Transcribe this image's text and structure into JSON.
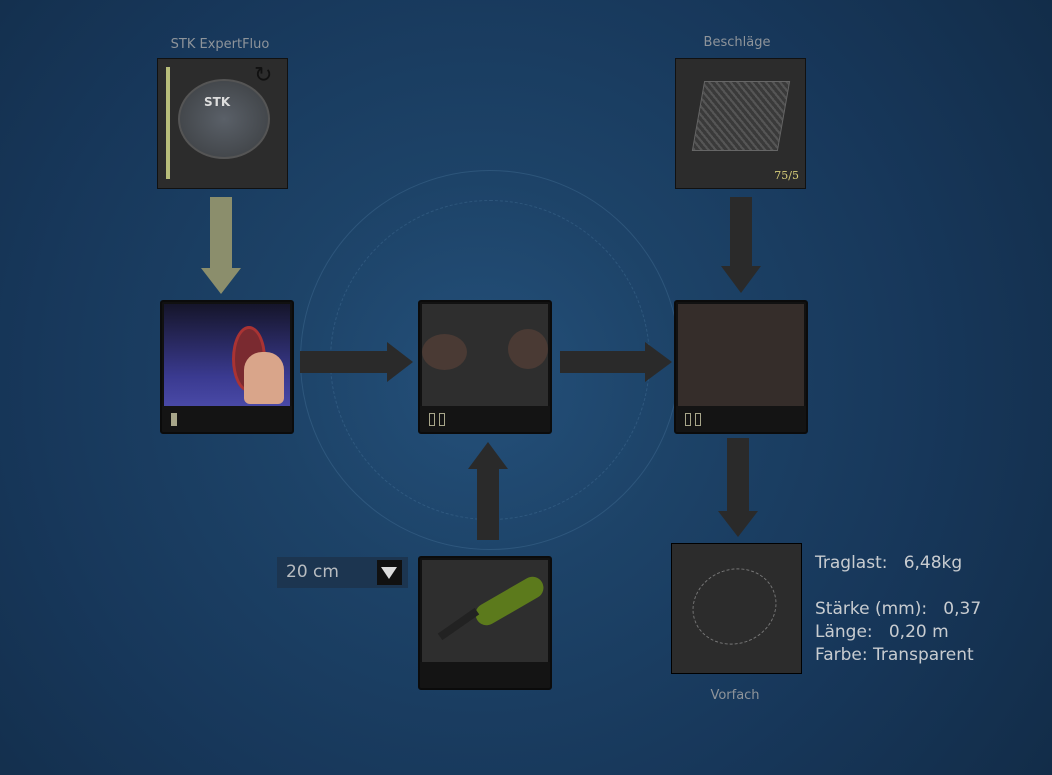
{
  "inputs": {
    "line": {
      "label": "STK ExpertFluo",
      "image": "fluorocarbon-spool"
    },
    "hardware": {
      "label": "Beschläge",
      "count": "75/5",
      "image": "tackle-box"
    }
  },
  "steps": [
    {
      "image": "line-spool-in-hand",
      "indicators": 1,
      "filled": 1
    },
    {
      "image": "tying-knot",
      "indicators": 2,
      "filled": 0
    },
    {
      "image": "finished-knot",
      "indicators": 2,
      "filled": 0
    }
  ],
  "tool": {
    "image": "line-clipper"
  },
  "length_select": {
    "value": "20 cm"
  },
  "result": {
    "label": "Vorfach",
    "stats": {
      "traglast_label": "Traglast:",
      "traglast_value": "6,48kg",
      "staerke_label": "Stärke (mm):",
      "staerke_value": "0,37",
      "laenge_label": "Länge:",
      "laenge_value": "0,20 m",
      "farbe_label": "Farbe:",
      "farbe_value": "Transparent"
    }
  },
  "colors": {
    "active_arrow": "#8b8e6c",
    "inactive_arrow": "#2a2a2a",
    "indicator": "#a8a68a"
  }
}
